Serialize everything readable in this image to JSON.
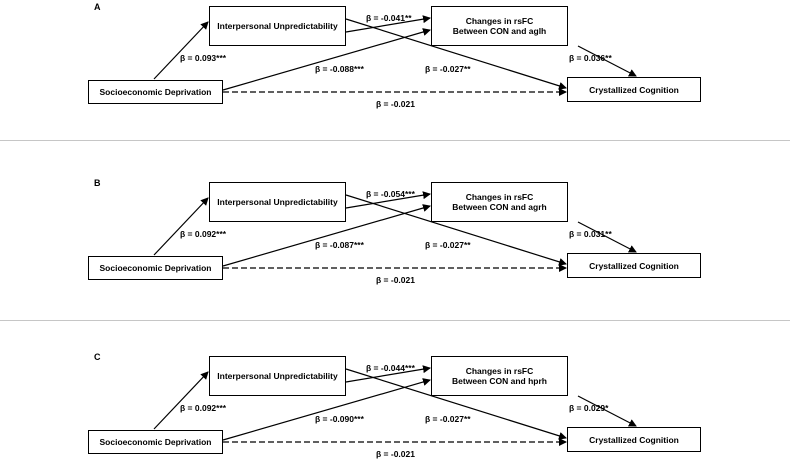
{
  "panels": [
    {
      "letter": "A",
      "nodes": {
        "predictor": "Socioeconomic Deprivation",
        "mediator1": "Interpersonal Unpredictability",
        "mediator2_line1": "Changes in rsFC",
        "mediator2_line2": "Between CON and aglh",
        "outcome": "Crystallized Cognition"
      },
      "paths": {
        "x_to_m1": "β = 0.093***",
        "m1_to_m2": "β = -0.041**",
        "x_to_m2": "β = -0.088***",
        "m1_to_y": "β = -0.027**",
        "m2_to_y": "β = 0.036**",
        "x_to_y": "β = -0.021"
      }
    },
    {
      "letter": "B",
      "nodes": {
        "predictor": "Socioeconomic Deprivation",
        "mediator1": "Interpersonal Unpredictability",
        "mediator2_line1": "Changes in rsFC",
        "mediator2_line2": "Between CON and agrh",
        "outcome": "Crystallized Cognition"
      },
      "paths": {
        "x_to_m1": "β = 0.092***",
        "m1_to_m2": "β = -0.054***",
        "x_to_m2": "β = -0.087***",
        "m1_to_y": "β = -0.027**",
        "m2_to_y": "β = 0.031**",
        "x_to_y": "β = -0.021"
      }
    },
    {
      "letter": "C",
      "nodes": {
        "predictor": "Socioeconomic Deprivation",
        "mediator1": "Interpersonal Unpredictability",
        "mediator2_line1": "Changes in rsFC",
        "mediator2_line2": "Between CON and hprh",
        "outcome": "Crystallized Cognition"
      },
      "paths": {
        "x_to_m1": "β = 0.092***",
        "m1_to_m2": "β = -0.044***",
        "x_to_m2": "β = -0.090***",
        "m1_to_y": "β = -0.027**",
        "m2_to_y": "β = 0.029*",
        "x_to_y": "β = -0.021"
      }
    }
  ],
  "colors": {
    "line": "#000000",
    "divider": "#c6c6c6"
  }
}
